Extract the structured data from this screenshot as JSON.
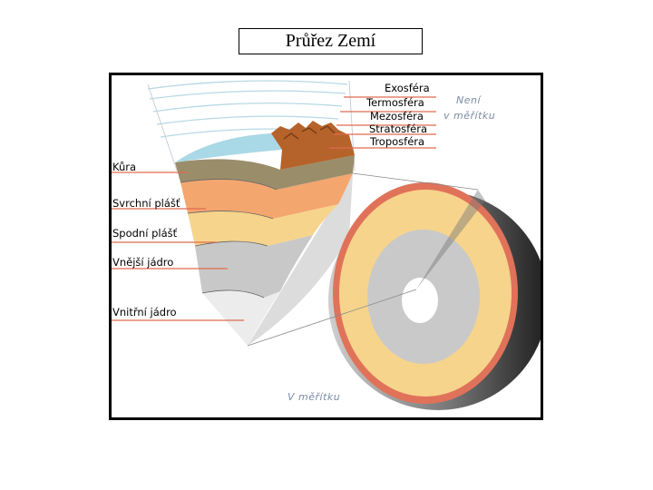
{
  "title": "Průřez Zemí",
  "layers_left": [
    "Kůra",
    "Svrchní plášť",
    "Spodní plášť",
    "Vnější jádro",
    "Vnitřní jádro"
  ],
  "atmosphere": [
    "Exosféra",
    "Termosféra",
    "Mezosféra",
    "Stratosféra",
    "Troposféra"
  ],
  "notes": {
    "not_to_scale_line1": "Není",
    "not_to_scale_line2": "v měřítku",
    "to_scale": "V měřítku"
  },
  "colors": {
    "leader": "#e06a4f",
    "crust": "#9a8d6a",
    "upper_mantle": "#f4a66f",
    "lower_mantle": "#f6d48c",
    "outer_core": "#c9c9c9",
    "inner_core": "#ededed",
    "ocean": "#a9d8e6",
    "sphere_edge": "#555555",
    "note_text": "#7b8ca4"
  }
}
